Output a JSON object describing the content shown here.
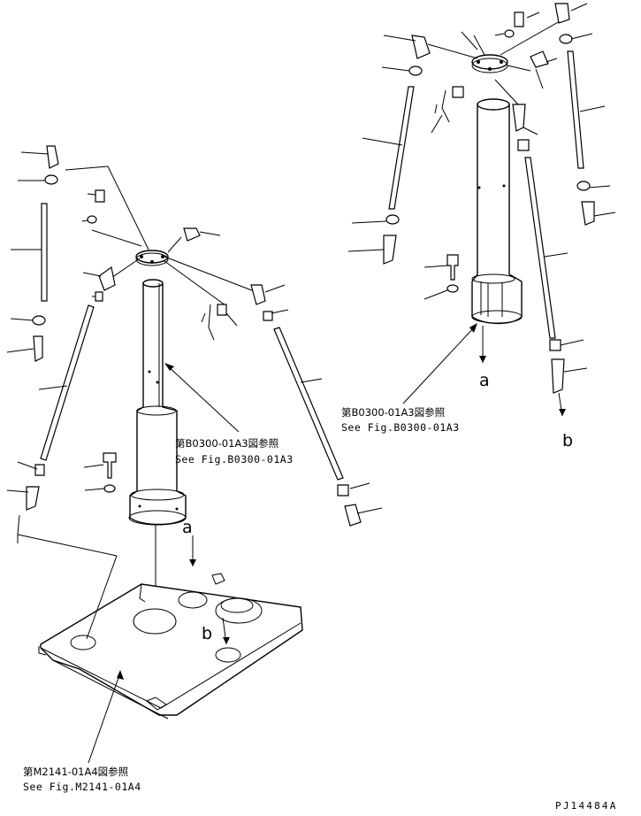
{
  "references": {
    "center_jp": "第B0300-01A3図参照",
    "center_en": "See Fig.B0300-01A3",
    "right_jp": "第B0300-01A3図参照",
    "right_en": "See Fig.B0300-01A3",
    "bottom_jp": "第M2141-01A4図参照",
    "bottom_en": "See Fig.M2141-01A4"
  },
  "markers": {
    "a_left": "a",
    "b_left": "b",
    "a_right": "a",
    "b_right": "b"
  },
  "drawing_code": "PJ14484A"
}
